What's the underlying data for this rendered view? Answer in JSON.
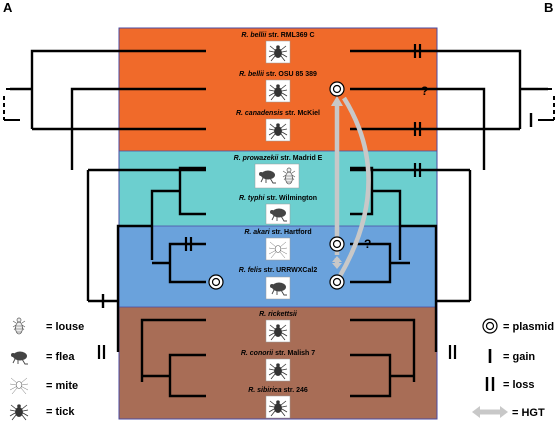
{
  "panels": {
    "left": "A",
    "right": "B"
  },
  "taxa": [
    {
      "genus": "R. bellii",
      "strain": " str. RML369 C",
      "host": "tick"
    },
    {
      "genus": "R. bellii",
      "strain": " str. OSU 85 389",
      "host": "tick"
    },
    {
      "genus": "R. canadensis",
      "strain": " str. McKiel",
      "host": "tick"
    },
    {
      "genus": "R. prowazekii",
      "strain": " str. Madrid E",
      "host": "louse"
    },
    {
      "genus": "R. typhi",
      "strain": " str. Wilmington",
      "host": "flea"
    },
    {
      "genus": "R. akari",
      "strain": " str. Hartford",
      "host": "mite"
    },
    {
      "genus": "R. felis",
      "strain": " str. URRWXCal2",
      "host": "flea"
    },
    {
      "genus": "R. rickettsii",
      "strain": "",
      "host": "tick"
    },
    {
      "genus": "R. conorii",
      "strain": " str. Malish 7",
      "host": "tick"
    },
    {
      "genus": "R. sibirica",
      "strain": " str. 246",
      "host": "tick"
    }
  ],
  "marks": {
    "question": "?"
  },
  "legend_hosts": [
    {
      "label": "= louse",
      "icon": "louse-icon"
    },
    {
      "label": "= flea",
      "icon": "flea-icon"
    },
    {
      "label": "= mite",
      "icon": "mite-icon"
    },
    {
      "label": "= tick",
      "icon": "tick-icon"
    }
  ],
  "legend_events": [
    {
      "label": "= plasmid",
      "icon": "plasmid-icon"
    },
    {
      "label": "= gain",
      "icon": "gain-icon"
    },
    {
      "label": "= loss",
      "icon": "loss-icon"
    },
    {
      "label": "= HGT",
      "icon": "hgt-arrow-icon"
    }
  ],
  "colors": {
    "group_orange": "#f06a2a",
    "group_teal": "#6ccfcf",
    "group_blue": "#6aa2dc",
    "group_brown": "#a86d56",
    "hgt_arrow": "#c8c8c8",
    "border": "#4a4aa0"
  }
}
